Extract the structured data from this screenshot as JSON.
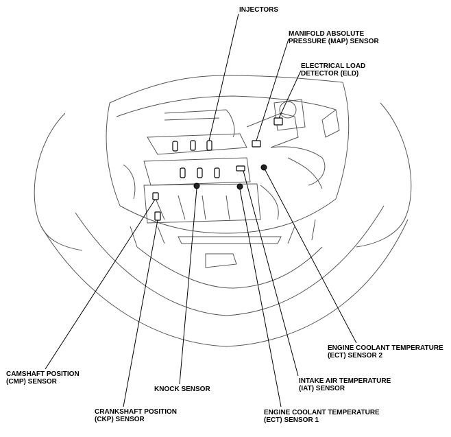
{
  "labels": {
    "injectors": [
      "INJECTORS"
    ],
    "map_sensor": [
      "MANIFOLD ABSOLUTE",
      "PRESSURE (MAP) SENSOR"
    ],
    "eld": [
      "ELECTRICAL LOAD",
      "DETECTOR (ELD)"
    ],
    "ect2": [
      "ENGINE COOLANT TEMPERATURE",
      "(ECT) SENSOR 2"
    ],
    "iat": [
      "INTAKE AIR TEMPERATURE",
      "(IAT) SENSOR"
    ],
    "ect1": [
      "ENGINE COOLANT TEMPERATURE",
      "(ECT) SENSOR 1"
    ],
    "knock": [
      "KNOCK SENSOR"
    ],
    "ckp": [
      "CRANKSHAFT POSITION",
      "(CKP) SENSOR"
    ],
    "cmp": [
      "CAMSHAFT POSITION",
      "(CMP) SENSOR"
    ]
  }
}
